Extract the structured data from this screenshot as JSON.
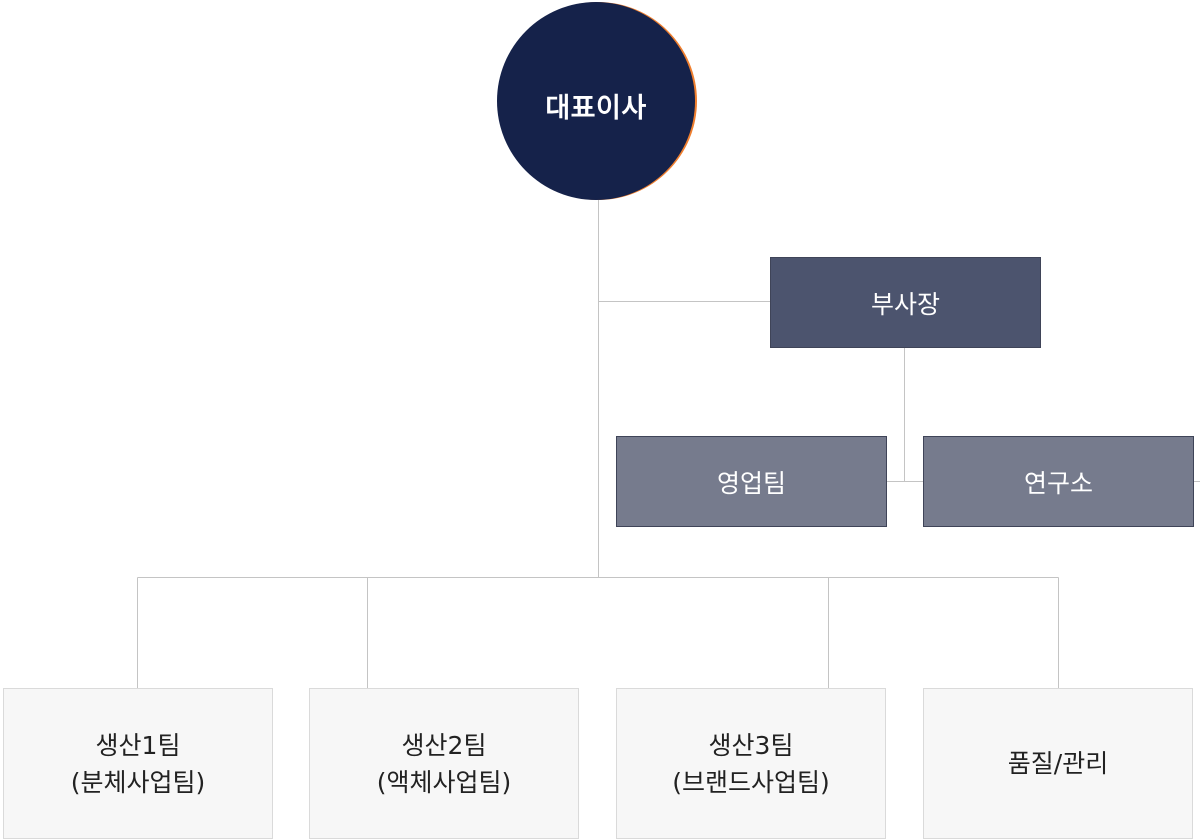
{
  "colors": {
    "ceo_fill": "#15224a",
    "ceo_accent": "#ef7f2f",
    "vp_fill": "#4c546e",
    "dept_fill": "#767b8d",
    "dept_border": "#3f4458"
  },
  "ceo": {
    "label": "대표이사"
  },
  "vice_president": {
    "label": "부사장"
  },
  "departments": [
    {
      "label": "영업팀"
    },
    {
      "label": "연구소"
    }
  ],
  "teams": [
    {
      "line1": "생산1팀",
      "line2": "(분체사업팀)"
    },
    {
      "line1": "생산2팀",
      "line2": "(액체사업팀)"
    },
    {
      "line1": "생산3팀",
      "line2": "(브랜드사업팀)"
    },
    {
      "line1": "품질/관리",
      "line2": ""
    }
  ]
}
